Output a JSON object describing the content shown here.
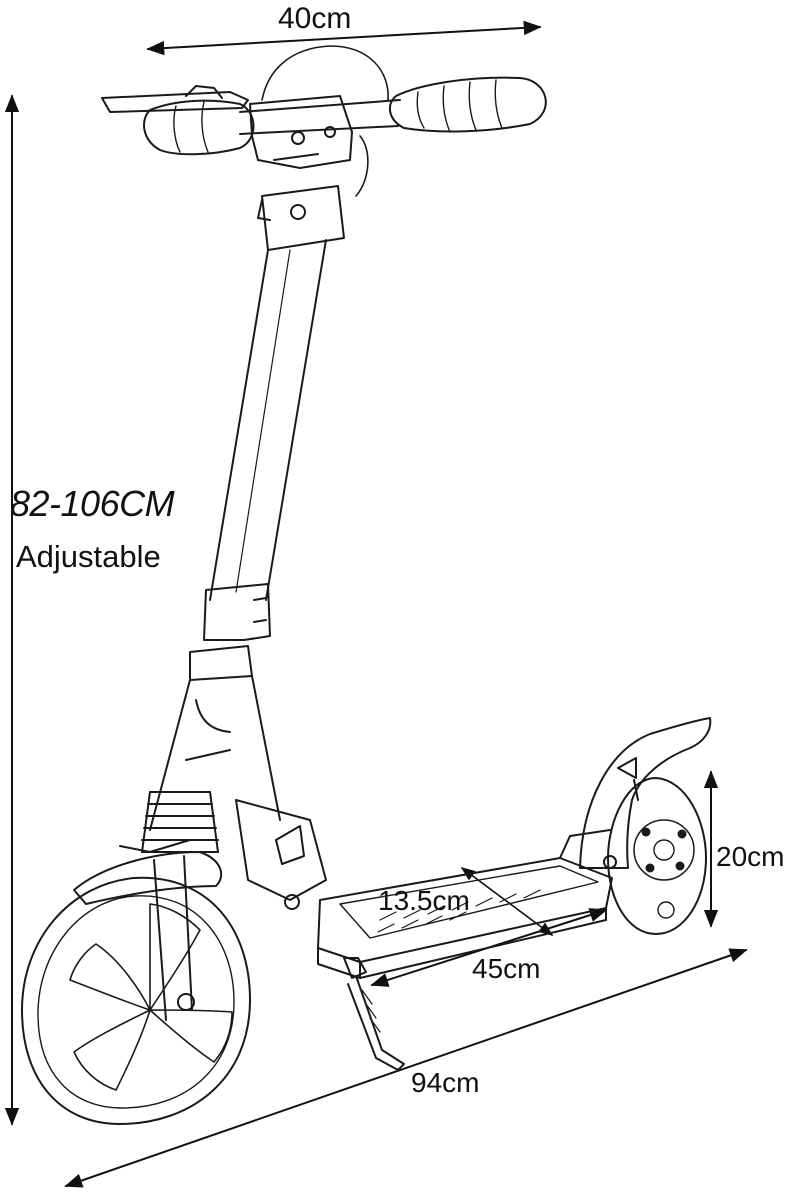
{
  "dimensions": {
    "handlebar_width": "40cm",
    "height_range": "82-106CM",
    "height_note": "Adjustable",
    "deck_width": "13.5cm",
    "wheel_diameter": "20cm",
    "deck_length": "45cm",
    "total_length": "94cm"
  }
}
